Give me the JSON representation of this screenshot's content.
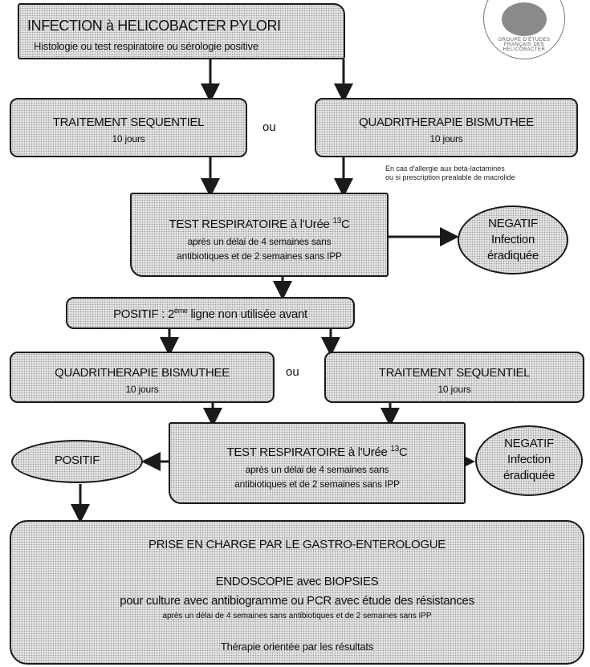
{
  "logo": {
    "text": "GROUPE D'ÉTUDES FRANÇAIS DES HELICOBACTER"
  },
  "header": {
    "title": "INFECTION à HELICOBACTER PYLORI",
    "subtitle": "Histologie ou test respiratoire ou sérologie positive"
  },
  "step1": {
    "left": {
      "title": "TRAITEMENT SEQUENTIEL",
      "duration": "10 jours"
    },
    "or": "ou",
    "right": {
      "title": "QUADRITHERAPIE BISMUTHEE",
      "duration": "10 jours"
    },
    "note_line1": "En cas d'allergie aux beta-lactamines",
    "note_line2": "ou si prescription prealable de macrolide"
  },
  "test1": {
    "title_prefix": "TEST RESPIRATOIRE à l'Urée ",
    "isotope": "13",
    "title_suffix": "C",
    "line1": "après un délai de 4 semaines sans",
    "line2": "antibiotiques et de 2 semaines sans IPP"
  },
  "negatif1": {
    "title": "NEGATIF",
    "line1": "Infection",
    "line2": "éradiquée"
  },
  "positif1": {
    "label": "POSITIF :",
    "ordinal": "2",
    "ordinal_sup": "ème",
    "text": " ligne non utilisée avant"
  },
  "step2": {
    "left": {
      "title": "QUADRITHERAPIE BISMUTHEE",
      "duration": "10 jours"
    },
    "or": "ou",
    "right": {
      "title": "TRAITEMENT SEQUENTIEL",
      "duration": "10 jours"
    }
  },
  "test2": {
    "title_prefix": "TEST RESPIRATOIRE à l'Urée ",
    "isotope": "13",
    "title_suffix": "C",
    "line1": "après un délai de 4 semaines sans",
    "line2": "antibiotiques et de 2 semaines sans IPP"
  },
  "negatif2": {
    "title": "NEGATIF",
    "line1": "Infection",
    "line2": "éradiquée"
  },
  "positif2": {
    "label": "POSITIF"
  },
  "final": {
    "title": "PRISE EN CHARGE PAR LE GASTRO-ENTEROLOGUE",
    "subtitle": "ENDOSCOPIE avec BIOPSIES",
    "line1": "pour culture avec antibiogramme ou PCR avec étude des résistances",
    "line2": "après un délai de 4 semaines sans antibiotiques et de 2 semaines sans IPP",
    "footer": "Thérapie orientée par les résultats"
  }
}
